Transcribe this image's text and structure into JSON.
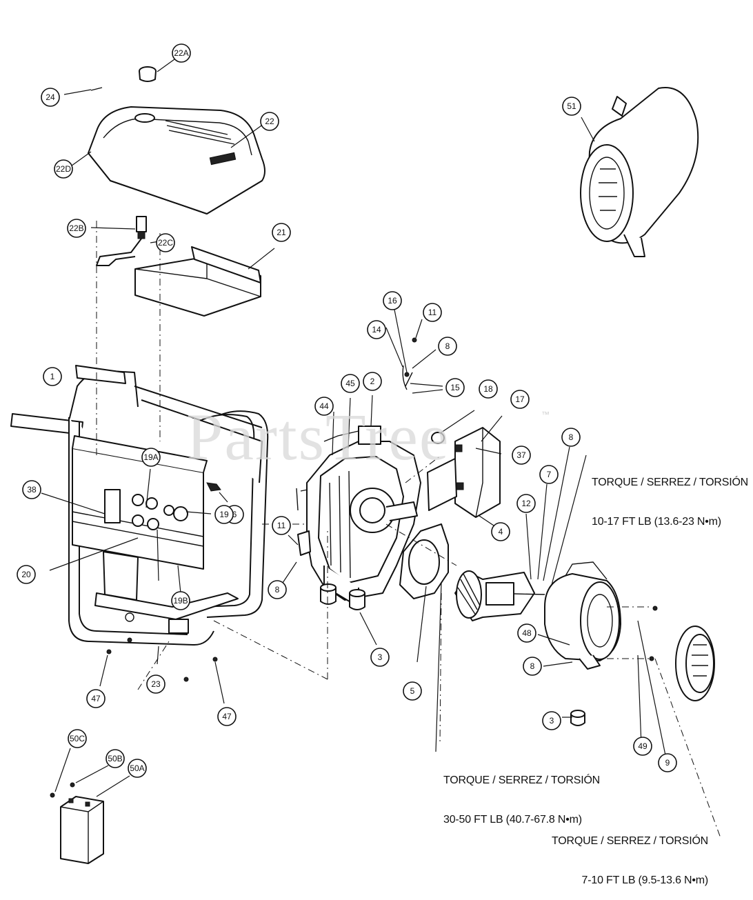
{
  "watermark": {
    "text": "PartsTree",
    "trademark": "™"
  },
  "notes": {
    "torque_1_line1": "TORQUE / SERREZ / TORSIÓN",
    "torque_1_line2": "10-17 FT LB (13.6-23 N•m)",
    "torque_2_line1": "TORQUE / SERREZ / TORSIÓN",
    "torque_2_line2": "30-50 FT LB (40.7-67.8 N•m)",
    "torque_3_line1": "TORQUE / SERREZ / TORSIÓN",
    "torque_3_line2": "7-10 FT LB (9.5-13.6 N•m)"
  },
  "callouts": [
    "22A",
    "24",
    "22",
    "22D",
    "22B",
    "22C",
    "21",
    "51",
    "16",
    "11",
    "14",
    "8",
    "15",
    "1",
    "45",
    "2",
    "44",
    "18",
    "17",
    "37",
    "8",
    "7",
    "19A",
    "38",
    "6",
    "12",
    "11",
    "4",
    "19",
    "20",
    "8",
    "19B",
    "3",
    "5",
    "48",
    "8",
    "47",
    "23",
    "47",
    "3",
    "49",
    "9",
    "50C",
    "50B",
    "50A"
  ]
}
